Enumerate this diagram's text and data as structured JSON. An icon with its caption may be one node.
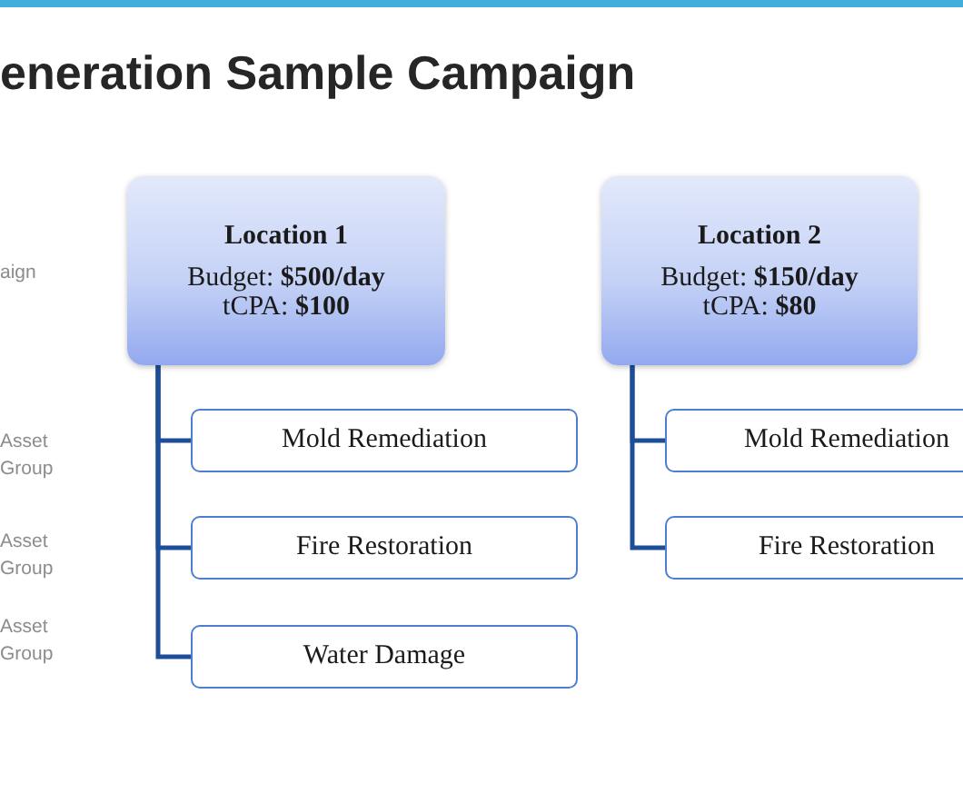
{
  "diagram": {
    "title": "eneration Sample Campaign",
    "nodes": [
      {
        "text": [
          "Location 1",
          "Budget: **$500/day**",
          "tCPA: **$100**"
        ]
      },
      {
        "text": [
          "Mold Remediation"
        ]
      },
      {
        "text": [
          "Fire Restoration"
        ]
      },
      {
        "text": [
          "Water Damage"
        ]
      },
      {
        "text": [
          "Location 2",
          "Budget: **$150/day**",
          "tCPA: **$80**"
        ]
      },
      {
        "text": [
          "Mold Remediation"
        ]
      },
      {
        "text": [
          "Fire Restoration"
        ]
      }
    ],
    "edges": [
      {
        "from": 0,
        "to": 1,
        "arrow": "none"
      },
      {
        "from": 0,
        "to": 2,
        "arrow": "none"
      },
      {
        "from": 0,
        "to": 3,
        "arrow": "none"
      },
      {
        "from": 4,
        "to": 5,
        "arrow": "none"
      },
      {
        "from": 4,
        "to": 6,
        "arrow": "none"
      }
    ],
    "labels": [
      "aign",
      "Asset Group",
      "Asset Group",
      "Asset Group"
    ]
  }
}
